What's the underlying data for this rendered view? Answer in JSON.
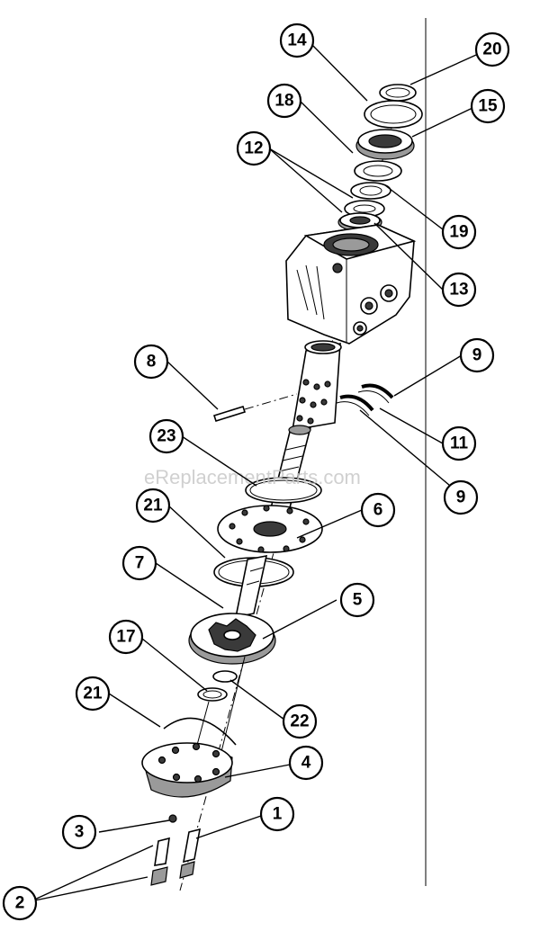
{
  "watermark": "eReplacementParts.com",
  "callouts": [
    {
      "id": "c14",
      "label": "14"
    },
    {
      "id": "c20",
      "label": "20"
    },
    {
      "id": "c18",
      "label": "18"
    },
    {
      "id": "c15",
      "label": "15"
    },
    {
      "id": "c12",
      "label": "12"
    },
    {
      "id": "c19",
      "label": "19"
    },
    {
      "id": "c13",
      "label": "13"
    },
    {
      "id": "c8",
      "label": "8"
    },
    {
      "id": "c9a",
      "label": "9"
    },
    {
      "id": "c11",
      "label": "11"
    },
    {
      "id": "c9b",
      "label": "9"
    },
    {
      "id": "c23",
      "label": "23"
    },
    {
      "id": "c21a",
      "label": "21"
    },
    {
      "id": "c6",
      "label": "6"
    },
    {
      "id": "c7",
      "label": "7"
    },
    {
      "id": "c5",
      "label": "5"
    },
    {
      "id": "c17",
      "label": "17"
    },
    {
      "id": "c22",
      "label": "22"
    },
    {
      "id": "c21b",
      "label": "21"
    },
    {
      "id": "c4",
      "label": "4"
    },
    {
      "id": "c3",
      "label": "3"
    },
    {
      "id": "c1",
      "label": "1"
    },
    {
      "id": "c2",
      "label": "2"
    }
  ]
}
